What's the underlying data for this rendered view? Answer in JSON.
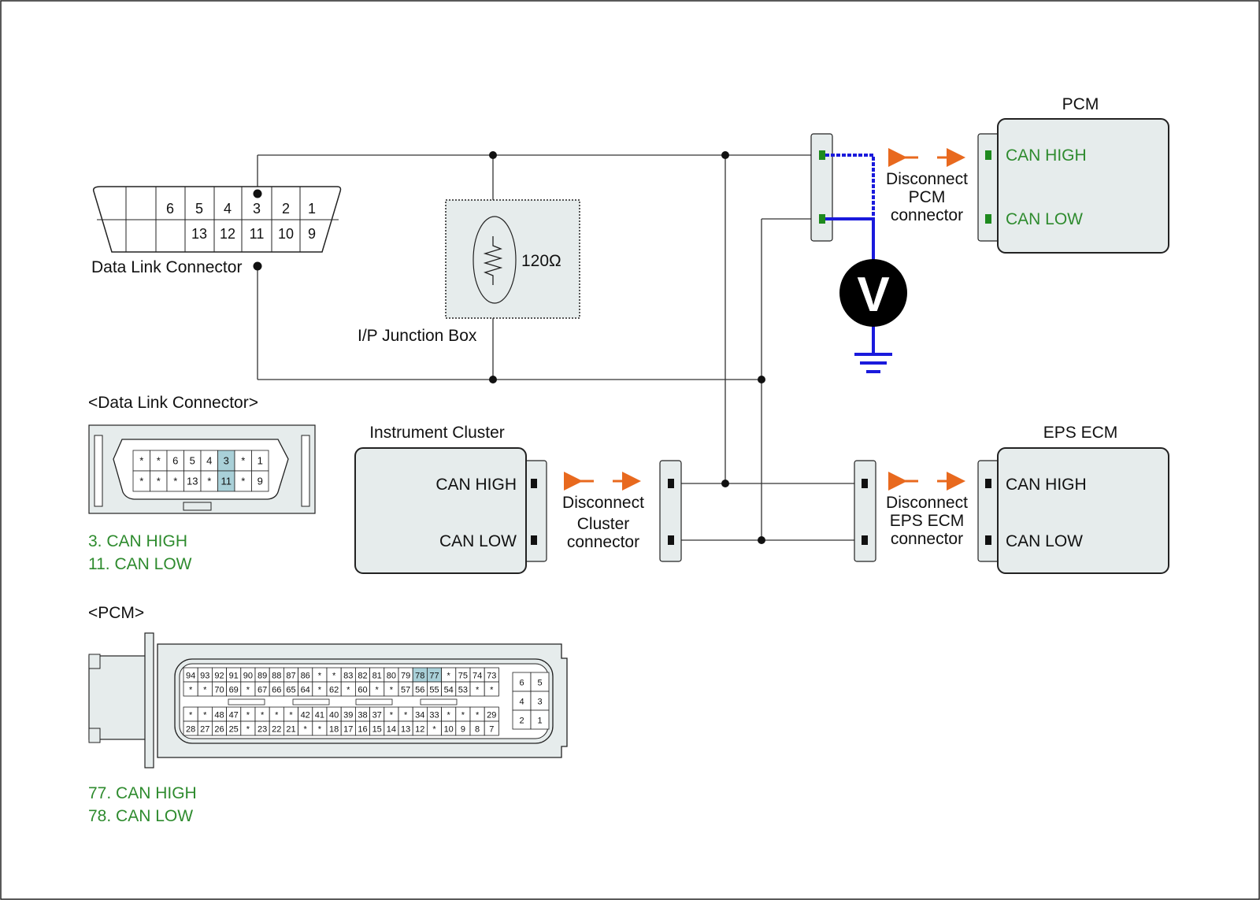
{
  "dlc": {
    "label": "Data Link Connector",
    "top_pins": [
      "6",
      "5",
      "4",
      "3",
      "2",
      "1"
    ],
    "bottom_pins": [
      "13",
      "12",
      "11",
      "10",
      "9"
    ]
  },
  "junction_box": {
    "label": "I/P Junction Box",
    "resistor": "120Ω"
  },
  "pcm": {
    "title": "PCM",
    "can_high": "CAN HIGH",
    "can_low": "CAN LOW",
    "disconnect": [
      "Disconnect",
      "PCM",
      "connector"
    ]
  },
  "eps": {
    "title": "EPS ECM",
    "can_high": "CAN HIGH",
    "can_low": "CAN LOW",
    "disconnect": [
      "Disconnect",
      "EPS ECM",
      "connector"
    ]
  },
  "cluster": {
    "title": "Instrument Cluster",
    "can_high": "CAN HIGH",
    "can_low": "CAN LOW",
    "disconnect": [
      "Disconnect",
      "Cluster",
      "connector"
    ]
  },
  "voltmeter": {
    "symbol": "V"
  },
  "dlc_detail": {
    "title": "<Data Link Connector>",
    "row1": [
      "*",
      "*",
      "6",
      "5",
      "4",
      "3",
      "*",
      "1"
    ],
    "row2": [
      "*",
      "*",
      "*",
      "13",
      "*",
      "11",
      "*",
      "9"
    ],
    "legend": [
      "3. CAN HIGH",
      "11. CAN LOW"
    ]
  },
  "pcm_detail": {
    "title": "<PCM>",
    "row1": [
      "94",
      "93",
      "92",
      "91",
      "90",
      "89",
      "88",
      "87",
      "86",
      "*",
      "*",
      "83",
      "82",
      "81",
      "80",
      "79",
      "78",
      "77",
      "*",
      "75",
      "74",
      "73"
    ],
    "row2": [
      "*",
      "*",
      "70",
      "69",
      "*",
      "67",
      "66",
      "65",
      "64",
      "*",
      "62",
      "*",
      "60",
      "*",
      "*",
      "57",
      "56",
      "55",
      "54",
      "53",
      "*",
      "*"
    ],
    "row3": [
      "*",
      "*",
      "48",
      "47",
      "*",
      "*",
      "*",
      "*",
      "42",
      "41",
      "40",
      "39",
      "38",
      "37",
      "*",
      "*",
      "34",
      "33",
      "*",
      "*",
      "*",
      "29"
    ],
    "row4": [
      "28",
      "27",
      "26",
      "25",
      "*",
      "23",
      "22",
      "21",
      "*",
      "*",
      "18",
      "17",
      "16",
      "15",
      "14",
      "13",
      "12",
      "*",
      "10",
      "9",
      "8",
      "7"
    ],
    "side": [
      [
        "6",
        "5"
      ],
      [
        "4",
        "3"
      ],
      [
        "2",
        "1"
      ]
    ],
    "legend": [
      "77. CAN HIGH",
      "78. CAN LOW"
    ]
  },
  "colors": {
    "wire": "#333333",
    "meter_wire": "#1a1adc",
    "arrow": "#e8691e",
    "label_green": "#2e8b2e",
    "box_fill": "#e6ecec",
    "highlight": "#a9d0d8"
  }
}
